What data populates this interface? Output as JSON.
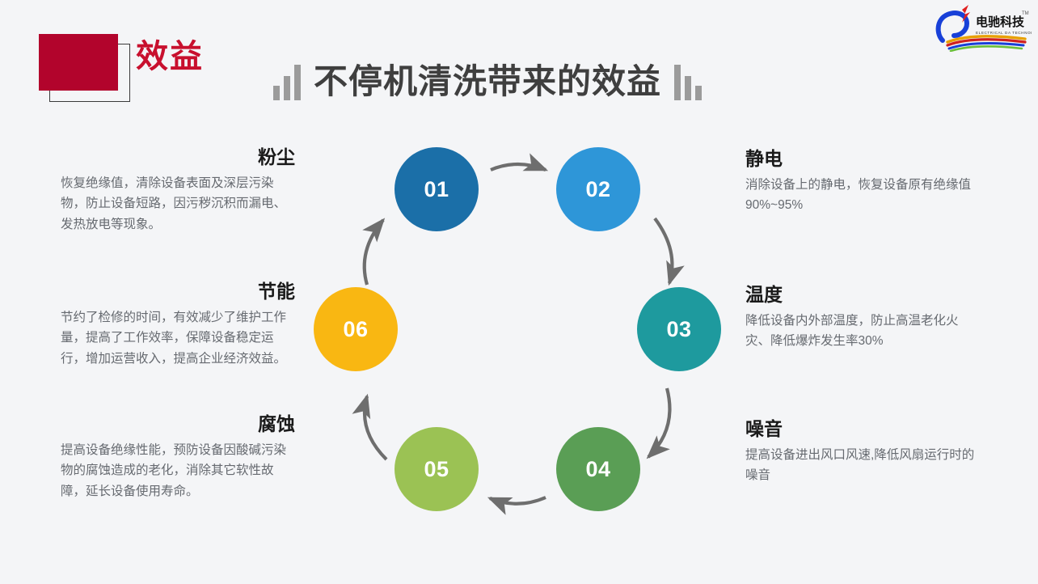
{
  "header": {
    "badge_label": "效益",
    "badge_fill_color": "#b2042c",
    "title": "不停机清洗带来的效益",
    "decor_left": "ascending-bars",
    "decor_right": "descending-bars",
    "logo_cn": "电驰科技",
    "logo_en": "ELECTRICAL DA TECHNOLOGY",
    "logo_tm": "TM"
  },
  "background_color": "#f4f5f7",
  "chart_data": {
    "type": "diagram",
    "layout": "cycle",
    "title": "不停机清洗带来的效益",
    "direction": "clockwise",
    "nodes": [
      {
        "number": "01",
        "label": "粉尘",
        "color": "#1b6fa8",
        "side": "left",
        "desc": "恢复绝缘值，清除设备表面及深层污染物，防止设备短路，因污秽沉积而漏电、发热放电等现象。"
      },
      {
        "number": "02",
        "label": "静电",
        "color": "#2e96d8",
        "side": "right",
        "desc": "消除设备上的静电，恢复设备原有绝缘值90%~95%"
      },
      {
        "number": "03",
        "label": "温度",
        "color": "#1e9a9e",
        "side": "right",
        "desc": "降低设备内外部温度，防止高温老化火灾、降低爆炸发生率30%"
      },
      {
        "number": "04",
        "label": "噪音",
        "color": "#5a9e55",
        "side": "right",
        "desc": "提高设备进出风口风速,降低风扇运行时的噪音"
      },
      {
        "number": "05",
        "label": "腐蚀",
        "color": "#9bc254",
        "side": "left",
        "desc": "提高设备绝缘性能，预防设备因酸碱污染物的腐蚀造成的老化，消除其它软性故障，延长设备使用寿命。"
      },
      {
        "number": "06",
        "label": "节能",
        "color": "#f9b712",
        "side": "left",
        "desc": "节约了检修的时间，有效减少了维护工作量，提高了工作效率，保障设备稳定运行，增加运营收入，提高企业经济效益。"
      }
    ],
    "arrow_color": "#6e6e6e",
    "arrows": [
      "01-02",
      "02-03",
      "03-04",
      "04-05",
      "05-06",
      "06-01"
    ]
  }
}
